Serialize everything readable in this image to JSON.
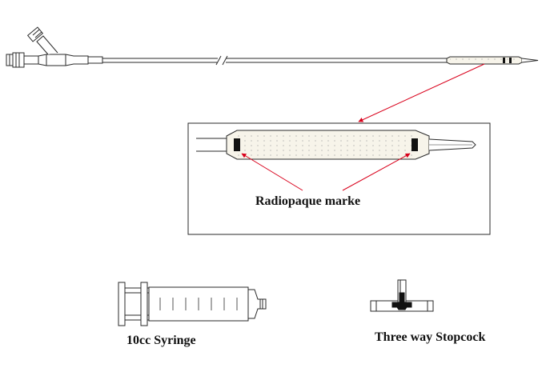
{
  "labels": {
    "radiopaque": "Radiopaque marke",
    "syringe": "10cc Syringe",
    "stopcock": "Three way Stopcock"
  },
  "colors": {
    "line": "#2a2a2a",
    "arrow": "#d9001b",
    "marker": "#111111",
    "balloon_fill": "#f7f4ea"
  }
}
